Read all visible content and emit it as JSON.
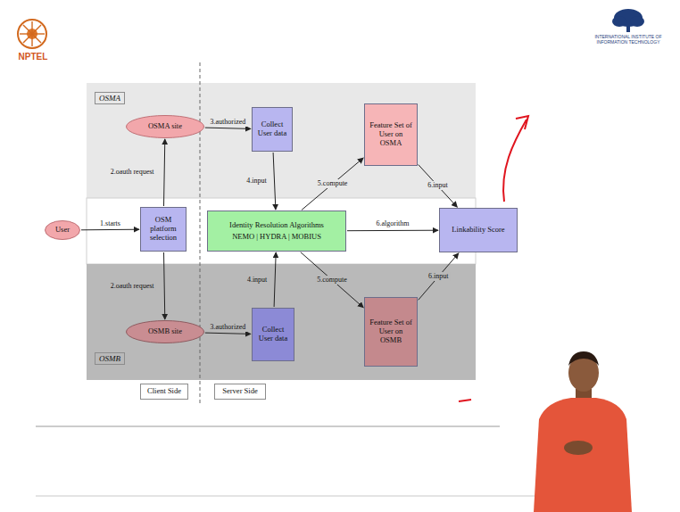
{
  "diagram": {
    "nodes": [
      {
        "text": [
          "OSMA"
        ]
      },
      {
        "text": [
          "OSMA site"
        ],
        "in": 0
      },
      {
        "text": [
          "Collect User data"
        ],
        "in": 0
      },
      {
        "text": [
          "Feature Set of User on OSMA"
        ],
        "in": 0
      },
      {
        "text": [
          "User"
        ]
      },
      {
        "text": [
          "OSM platform selection"
        ]
      },
      {
        "text": [
          "Identity Resolution Algorithms",
          "NEMO | HYDRA | MOBIUS"
        ]
      },
      {
        "text": [
          "Linkability Score"
        ]
      },
      {
        "text": [
          "OSMB"
        ]
      },
      {
        "text": [
          "OSMB site"
        ],
        "in": 8
      },
      {
        "text": [
          "Collect User data"
        ],
        "in": 8
      },
      {
        "text": [
          "Feature Set of User on OSMB"
        ],
        "in": 8
      },
      {
        "text": [
          "Client Side"
        ]
      },
      {
        "text": [
          "Server Side"
        ]
      }
    ],
    "edges": [
      {
        "from": 4,
        "to": 5,
        "label": "1.starts",
        "arrow": "to"
      },
      {
        "from": 5,
        "to": 1,
        "label": "2.oauth request",
        "arrow": "to"
      },
      {
        "from": 5,
        "to": 9,
        "label": "2.oauth request",
        "arrow": "to"
      },
      {
        "from": 1,
        "to": 2,
        "label": "3.authorized",
        "arrow": "to"
      },
      {
        "from": 9,
        "to": 10,
        "label": "3.authorized",
        "arrow": "to"
      },
      {
        "from": 2,
        "to": 6,
        "label": "4.input",
        "arrow": "to"
      },
      {
        "from": 10,
        "to": 6,
        "label": "4.input",
        "arrow": "to"
      },
      {
        "from": 6,
        "to": 3,
        "label": "5.compute",
        "arrow": "to"
      },
      {
        "from": 6,
        "to": 11,
        "label": "5.compute",
        "arrow": "to"
      },
      {
        "from": 3,
        "to": 7,
        "label": "6.input",
        "arrow": "to"
      },
      {
        "from": 11,
        "to": 7,
        "label": "6.input",
        "arrow": "to"
      },
      {
        "from": 6,
        "to": 7,
        "label": "6.algorithm",
        "arrow": "to"
      }
    ],
    "labels": [
      "NPTEL",
      "INTERNATIONAL INSTITUTE OF INFORMATION TECHNOLOGY"
    ]
  }
}
